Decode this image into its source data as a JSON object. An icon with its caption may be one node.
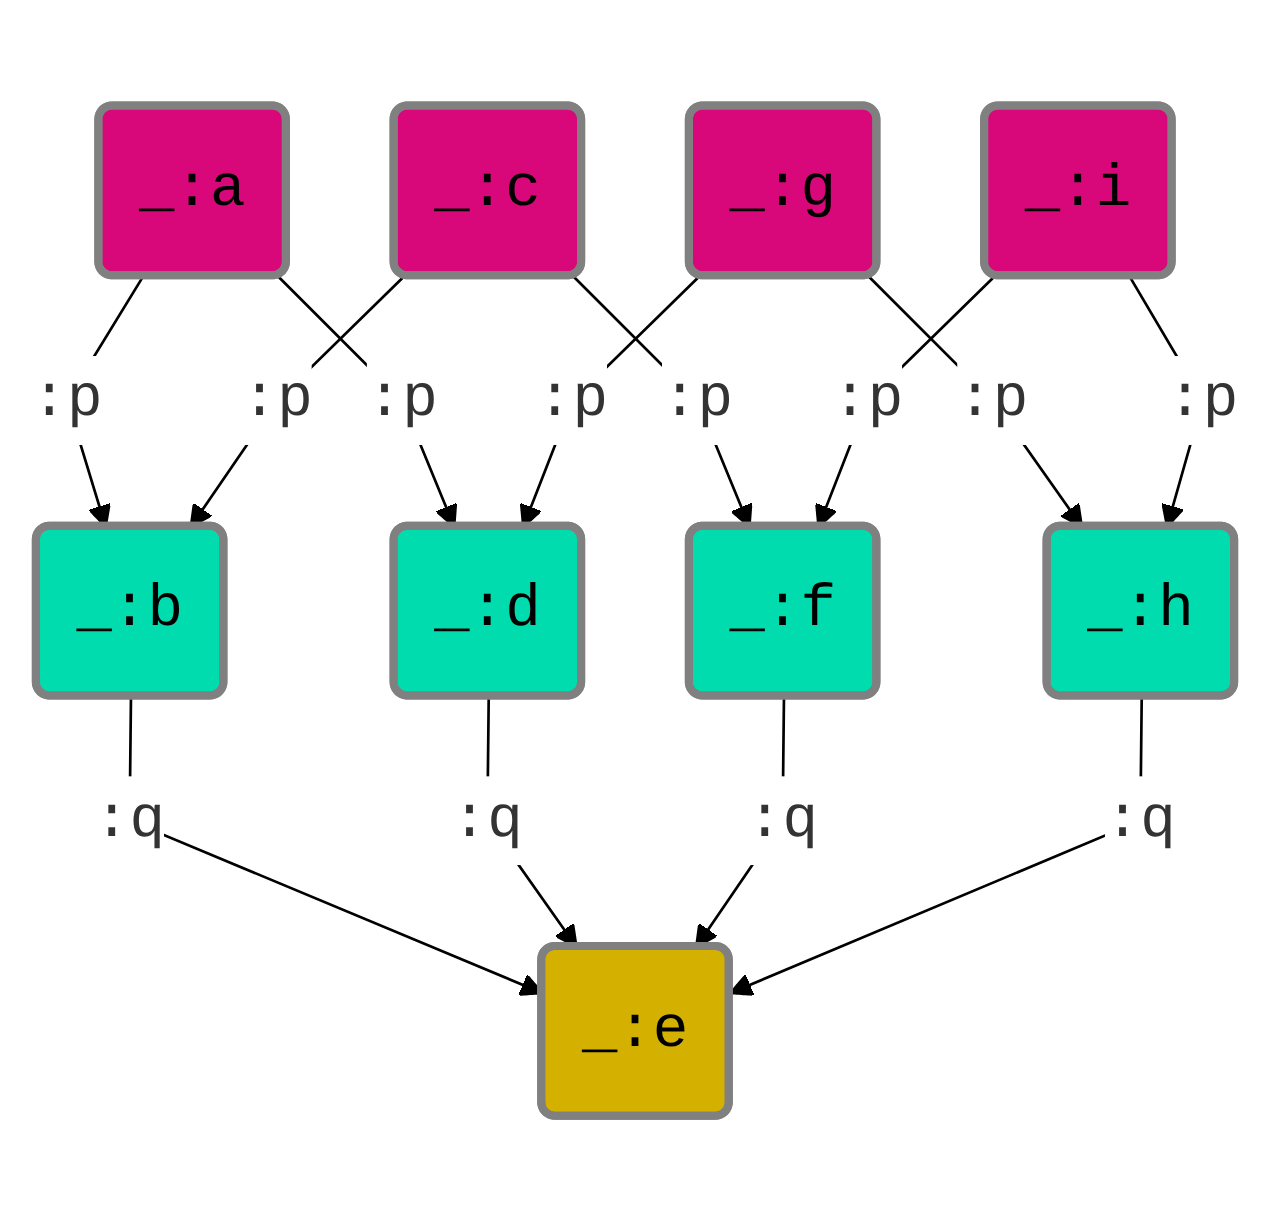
{
  "diagram": {
    "nodes": [
      {
        "text": [
          "_:a"
        ]
      },
      {
        "text": [
          "_:b"
        ]
      },
      {
        "text": [
          "_:c"
        ]
      },
      {
        "text": [
          "_:d"
        ]
      },
      {
        "text": [
          "_:e"
        ]
      },
      {
        "text": [
          "_:f"
        ]
      },
      {
        "text": [
          "_:g"
        ]
      },
      {
        "text": [
          "_:h"
        ]
      },
      {
        "text": [
          "_:i"
        ]
      }
    ],
    "edges": [
      {
        "from": 0,
        "to": 1,
        "arrow": "to",
        "label": ":p"
      },
      {
        "from": 2,
        "to": 1,
        "arrow": "to",
        "label": ":p"
      },
      {
        "from": 0,
        "to": 3,
        "arrow": "to",
        "label": ":p"
      },
      {
        "from": 1,
        "to": 4,
        "arrow": "to",
        "label": ":q"
      },
      {
        "from": 2,
        "to": 5,
        "arrow": "to",
        "label": ":p"
      },
      {
        "from": 3,
        "to": 4,
        "arrow": "to",
        "label": ":q"
      },
      {
        "from": 5,
        "to": 4,
        "arrow": "to",
        "label": ":q"
      },
      {
        "from": 6,
        "to": 3,
        "arrow": "to",
        "label": ":p"
      },
      {
        "from": 7,
        "to": 4,
        "arrow": "to",
        "label": ":q"
      },
      {
        "from": 8,
        "to": 5,
        "arrow": "to",
        "label": ":p"
      },
      {
        "from": 6,
        "to": 7,
        "arrow": "to",
        "label": ":p"
      },
      {
        "from": 8,
        "to": 7,
        "arrow": "to",
        "label": ":p"
      }
    ]
  }
}
